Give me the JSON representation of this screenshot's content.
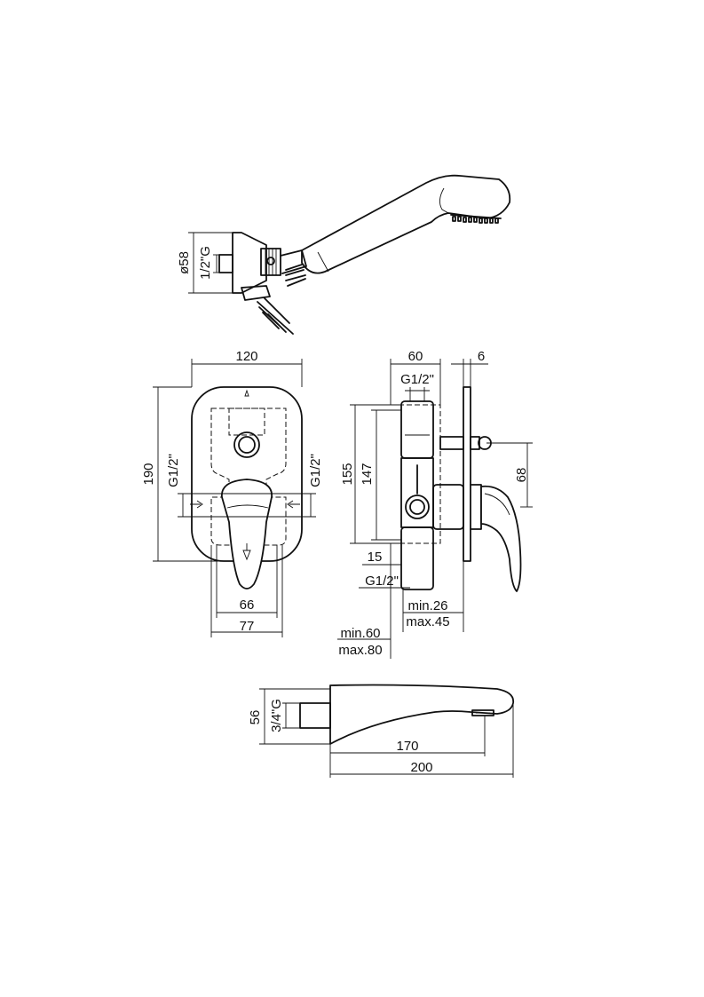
{
  "handshower": {
    "dia": "ø58",
    "thread": "1/2\"G"
  },
  "mixer_front": {
    "width_top": "120",
    "height_left": "190",
    "inlet_left": "G1/2\"",
    "inlet_right": "G1/2\"",
    "width_66": "66",
    "width_77": "77"
  },
  "mixer_side": {
    "depth_60": "60",
    "plate_6": "6",
    "top_thread": "G1/2\"",
    "h155": "155",
    "h147": "147",
    "offset_68": "68",
    "offset_15": "15",
    "bottom_thread": "G1/2\"",
    "min26": "min.26",
    "max45": "max.45",
    "min60": "min.60",
    "max80": "max.80"
  },
  "spout": {
    "height_56": "56",
    "thread": "3/4\"G",
    "length_170": "170",
    "length_200": "200"
  }
}
